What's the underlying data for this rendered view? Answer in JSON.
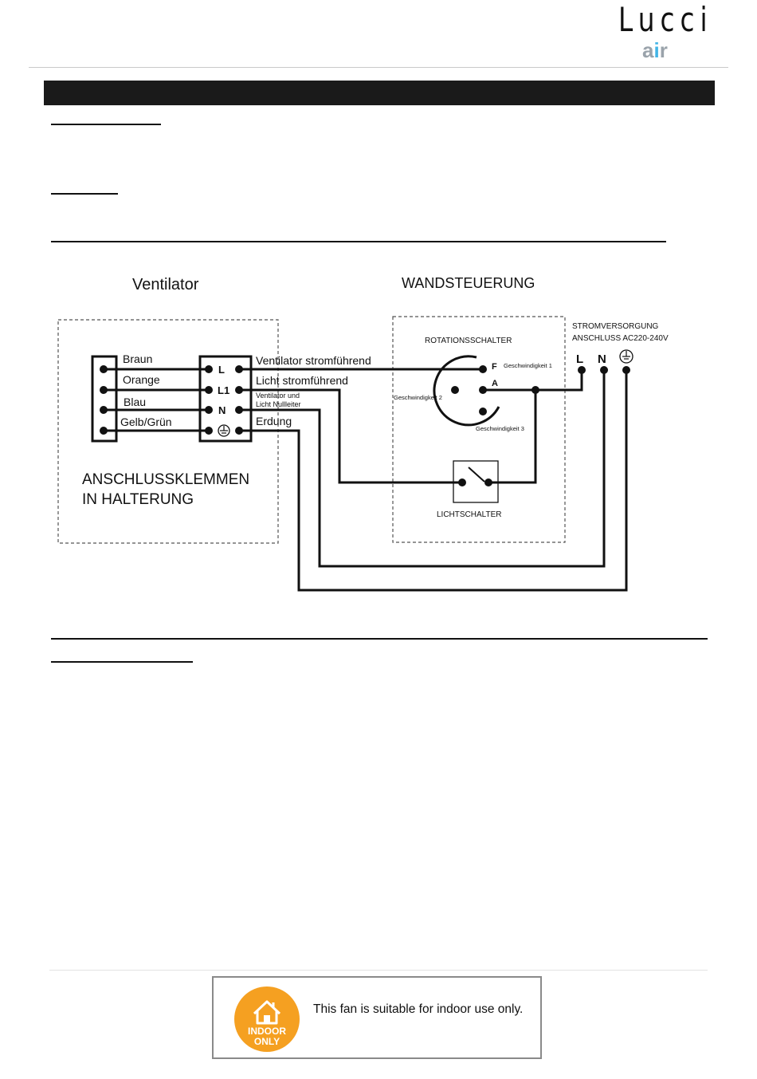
{
  "header": {
    "logo_wordmark": "Lucci",
    "logo_sub": "air"
  },
  "diagram": {
    "fan_title": "Ventilator",
    "control_title": "WANDSTEUERUNG",
    "terminal_block_caption_1": "ANSCHLUSSKLEMMEN",
    "terminal_block_caption_2": "IN HALTERUNG",
    "wires": [
      {
        "color_label": "Braun",
        "terminal": "L",
        "function": "Ventilator stromführend"
      },
      {
        "color_label": "Orange",
        "terminal": "L1",
        "function": "Licht stromführend"
      },
      {
        "color_label": "Blau",
        "terminal": "N",
        "function_line1": "Ventilator und",
        "function_line2": "Licht Nullleiter"
      },
      {
        "color_label": "Gelb/Grün",
        "terminal": "earth",
        "function": "Erdung"
      }
    ],
    "rotary_switch": {
      "label": "ROTATIONSSCHALTER",
      "pin_f": "F",
      "pin_a": "A",
      "speed_1": "Geschwindigkeit 1",
      "speed_2": "Geschwindigkeit 2",
      "speed_3": "Geschwindigkeit 3"
    },
    "light_switch_label": "LICHTSCHALTER",
    "power_supply": {
      "label_line1": "STROMVERSORGUNG",
      "label_line2": "ANSCHLUSS AC220-240V",
      "terminal_l": "L",
      "terminal_n": "N"
    }
  },
  "notice": {
    "badge_line1": "INDOOR",
    "badge_line2": "ONLY",
    "text": "This fan is suitable for indoor use only."
  },
  "colors": {
    "title_bar": "#1a1a1a",
    "badge_orange": "#f5a021",
    "logo_air_accent": "#42b4e6"
  }
}
